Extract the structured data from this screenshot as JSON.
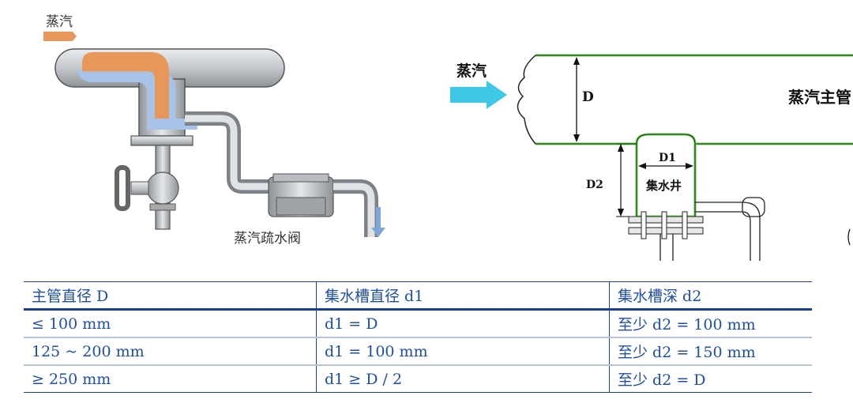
{
  "left_diagram": {
    "steam_label": "蒸汽",
    "trap_label": "蒸汽疏水阀"
  },
  "right_diagram": {
    "steam_label": "蒸汽",
    "diameter_label": "D",
    "main_pipe_label": "蒸汽主管",
    "d1_label": "D1",
    "d2_label": "D2",
    "well_label": "集水井"
  },
  "table": {
    "headers": [
      "主管直径 D",
      "集水槽直径 d1",
      "集水槽深 d2"
    ],
    "rows": [
      [
        "≤ 100 mm",
        "d1 = D",
        "至少 d2 = 100 mm"
      ],
      [
        "125 ~ 200 mm",
        "d1 = 100 mm",
        "至少 d2 = 150 mm"
      ],
      [
        "≥ 250 mm",
        "d1 ≥ D / 2",
        "至少 d2 = D"
      ]
    ]
  },
  "colors": {
    "pipe_gray": "#c8ccd0",
    "steam_orange": "#e8975a",
    "water_blue": "#a7c4e8",
    "arrow_cyan": "#3cc8e6",
    "pipe_edge_green": "#63d34b",
    "table_text": "#1e4fa0"
  }
}
